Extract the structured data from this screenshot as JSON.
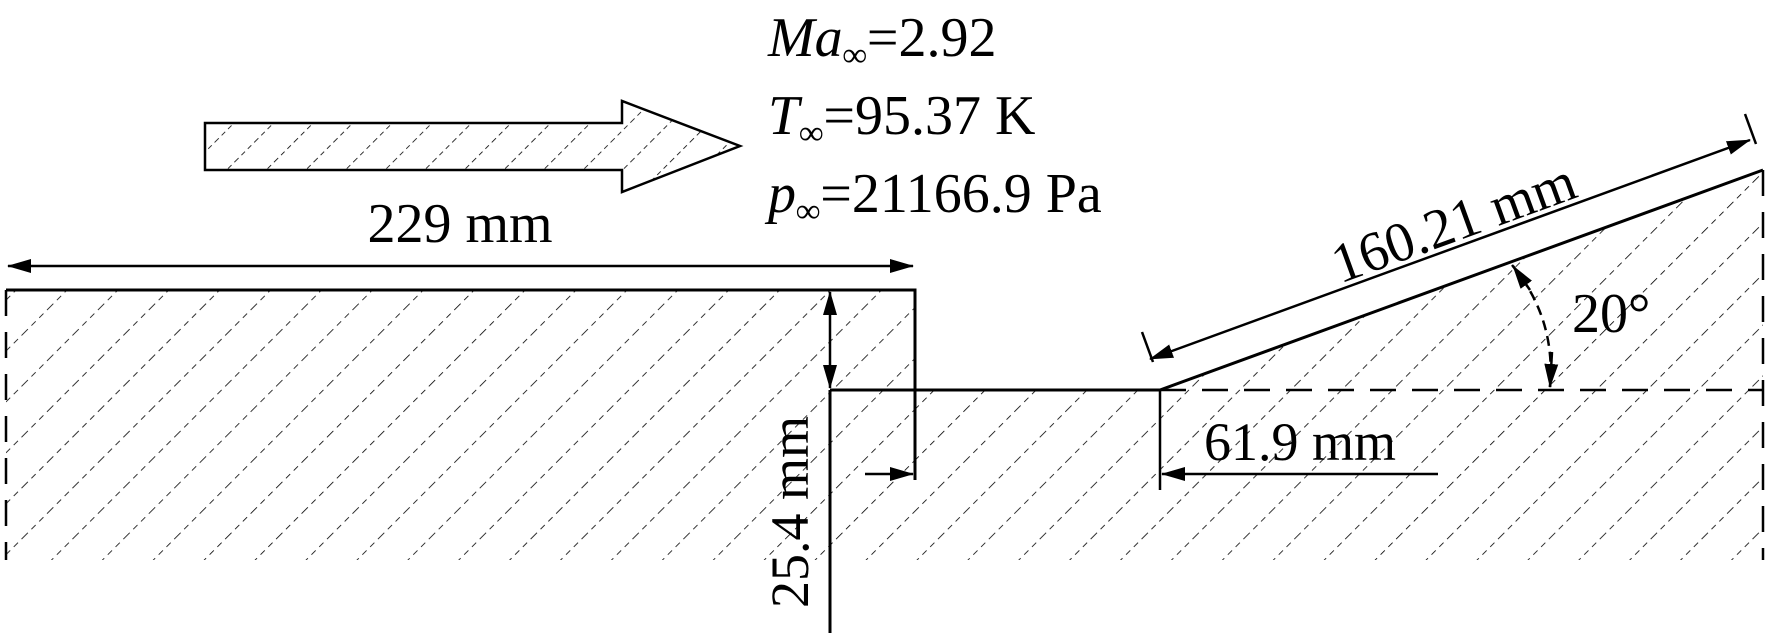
{
  "freestream": {
    "mach_symbol": "Ma",
    "mach_sub": "∞",
    "mach_value": "=2.92",
    "temp_symbol": "T",
    "temp_sub": "∞",
    "temp_value": "=95.37 K",
    "pressure_symbol": "p",
    "pressure_sub": "∞",
    "pressure_value": "=21166.9 Pa"
  },
  "dimensions": {
    "upstream_length": "229 mm",
    "step_height": "25.4 mm",
    "cavity_length": "61.9 mm",
    "ramp_length": "160.21 mm",
    "ramp_angle": "20°"
  },
  "icons": {
    "flow": "flow-direction-arrow-icon",
    "dim_arrow": "dimension-arrowhead-icon"
  },
  "colors": {
    "ink": "#000000",
    "background": "#ffffff"
  }
}
